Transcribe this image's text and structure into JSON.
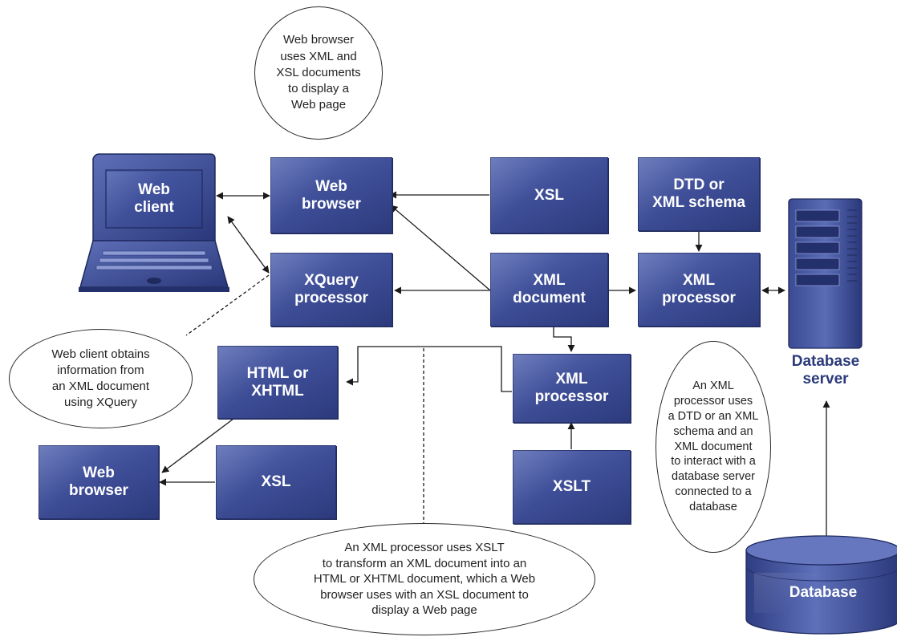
{
  "nodes": {
    "web_client": "Web\nclient",
    "web_browser_top": "Web\nbrowser",
    "xsl_top": "XSL",
    "dtd_schema": "DTD or\nXML schema",
    "xquery_processor": "XQuery\nprocessor",
    "xml_document": "XML\ndocument",
    "xml_processor_right": "XML\nprocessor",
    "html_xhtml": "HTML or\nXHTML",
    "xml_processor_mid": "XML\nprocessor",
    "web_browser_bottom": "Web\nbrowser",
    "xsl_bottom": "XSL",
    "xslt": "XSLT",
    "database": "Database"
  },
  "labels": {
    "database_server": "Database\nserver"
  },
  "callouts": {
    "browser_note": "Web browser\nuses XML and\nXSL documents\nto display a\nWeb page",
    "client_note": "Web client obtains\ninformation from\nan XML document\nusing XQuery",
    "processor_note": "An XML\nprocessor uses\na DTD or an XML\nschema and an\nXML document\nto interact with a\ndatabase server\nconnected to a\ndatabase",
    "xslt_note": "An XML processor uses XSLT\nto transform an XML document into an\nHTML or XHTML document, which a Web\nbrowser uses with an XSL document to\ndisplay a Web page"
  },
  "colors": {
    "box_fill": "#3f4f98",
    "box_text": "#ffffff",
    "label_text": "#2b3a7a",
    "line": "#1a1a1a"
  }
}
